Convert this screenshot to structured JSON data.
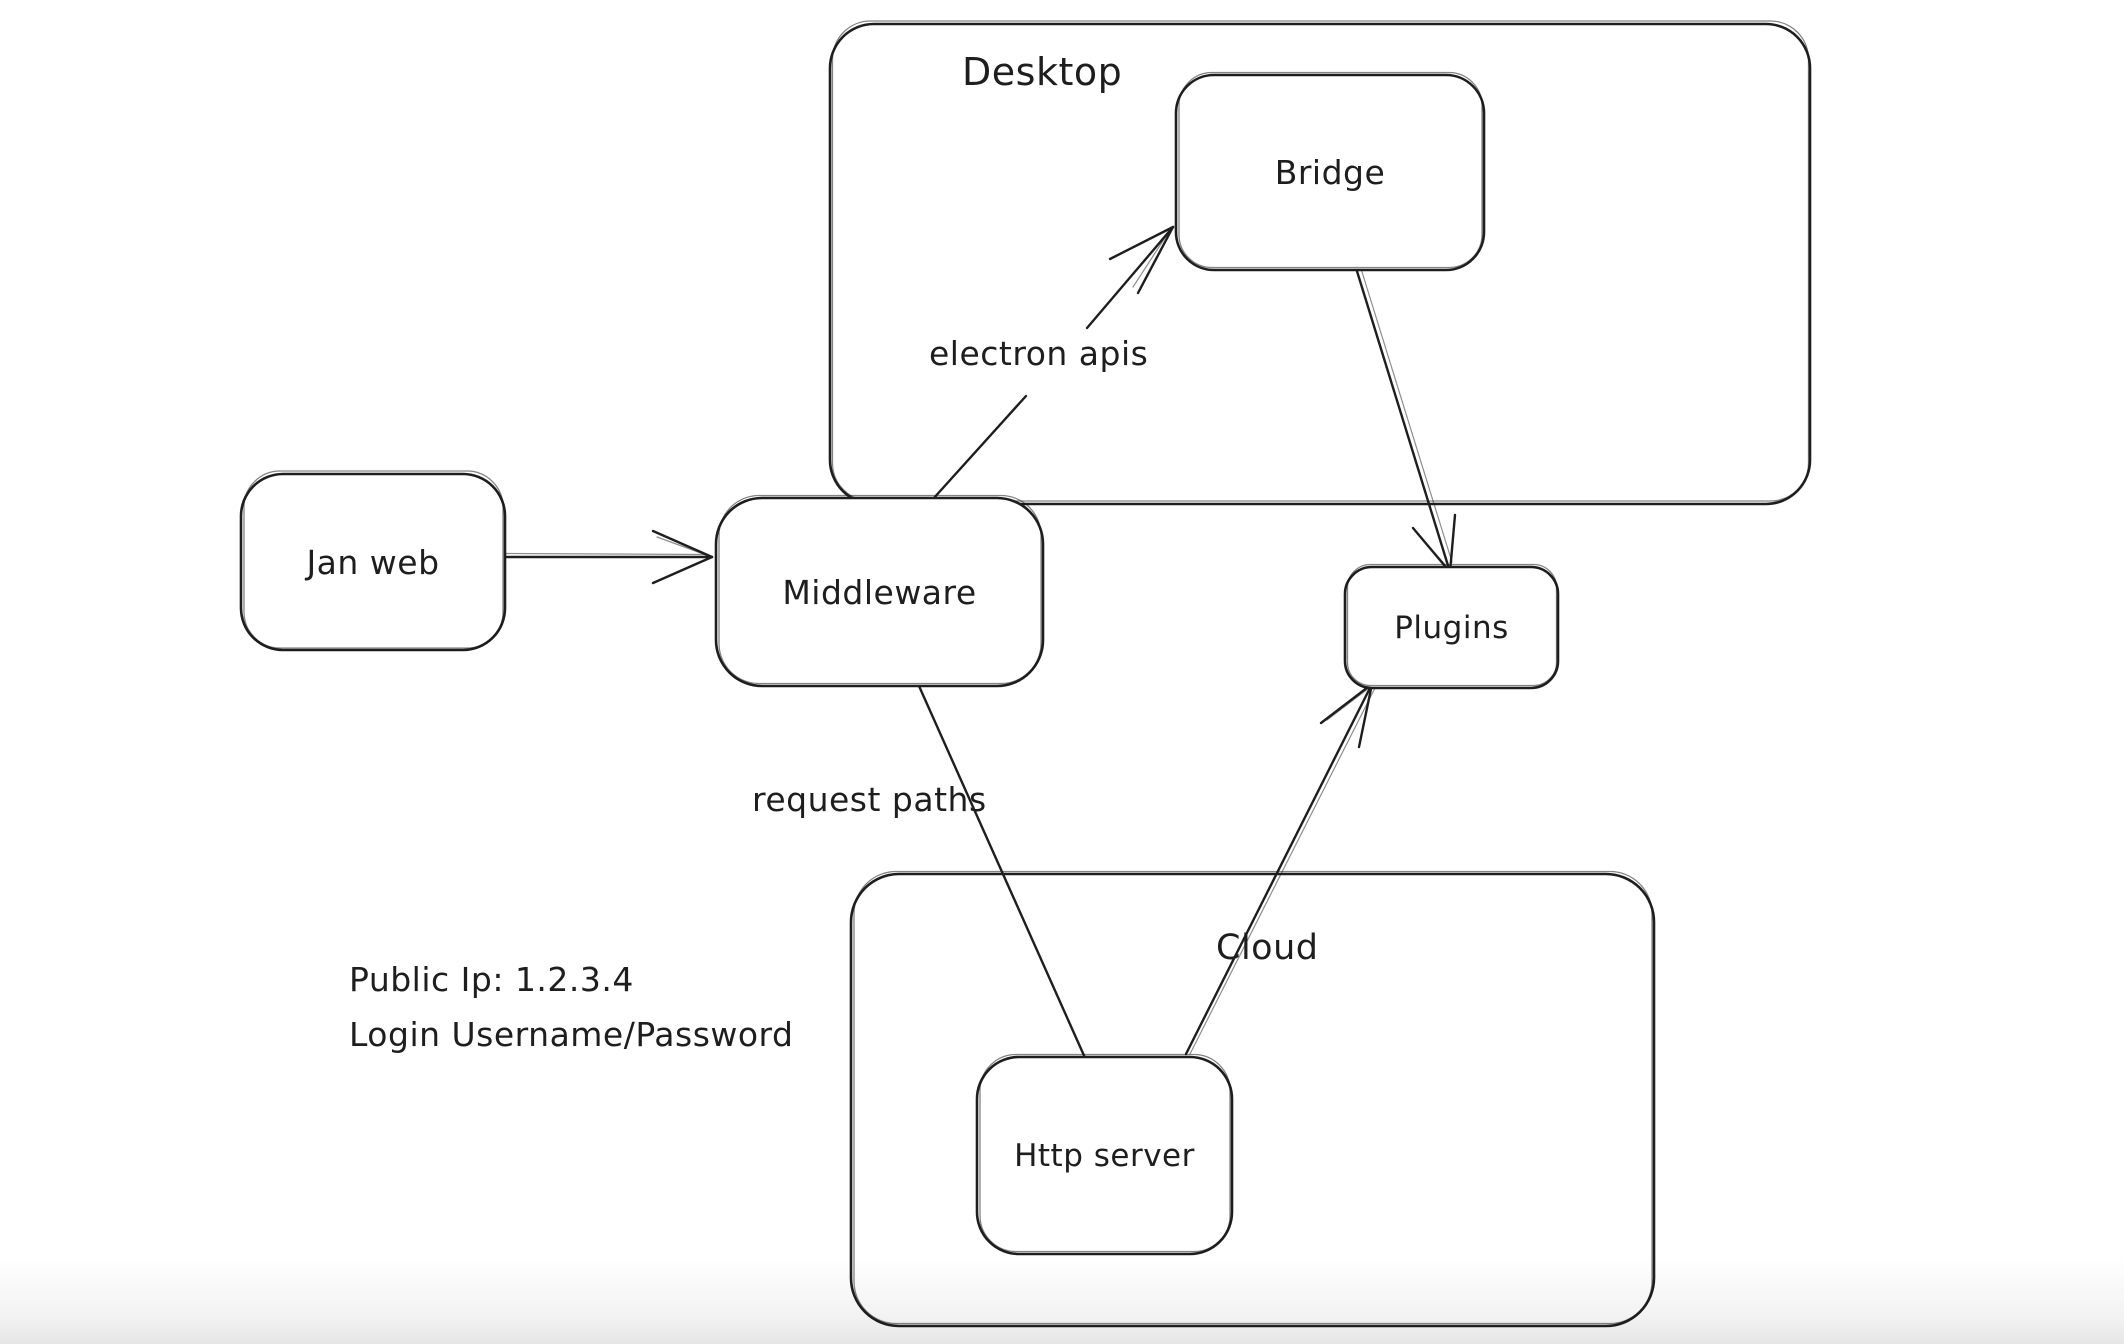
{
  "app": {
    "background_color": "#ffffff",
    "stroke_color": "#1e1e1e"
  },
  "diagram": {
    "containers": [
      {
        "name": "desktop",
        "label": "Desktop"
      },
      {
        "name": "cloud",
        "label": "Cloud"
      }
    ],
    "nodes": [
      {
        "name": "jan-web",
        "label": "Jan web"
      },
      {
        "name": "middleware",
        "label": "Middleware"
      },
      {
        "name": "bridge",
        "label": "Bridge"
      },
      {
        "name": "plugins",
        "label": "Plugins"
      },
      {
        "name": "http-server",
        "label": "Http server"
      }
    ],
    "edges": [
      {
        "name": "jan-web-to-middleware",
        "from": "Jan web",
        "to": "Middleware",
        "label": "",
        "arrowhead": "open"
      },
      {
        "name": "middleware-to-bridge",
        "from": "Middleware",
        "to": "Bridge",
        "label": "electron apis",
        "arrowhead": "open"
      },
      {
        "name": "bridge-to-plugins",
        "from": "Bridge",
        "to": "Plugins",
        "label": "",
        "arrowhead": "open"
      },
      {
        "name": "middleware-to-http-server",
        "from": "Middleware",
        "to": "Http server",
        "label": "request paths",
        "arrowhead": "none"
      },
      {
        "name": "http-server-to-plugins",
        "from": "Http server",
        "to": "Plugins",
        "label": "",
        "arrowhead": "open"
      }
    ],
    "notes": [
      "Public Ip: 1.2.3.4",
      "Login Username/Password"
    ]
  }
}
